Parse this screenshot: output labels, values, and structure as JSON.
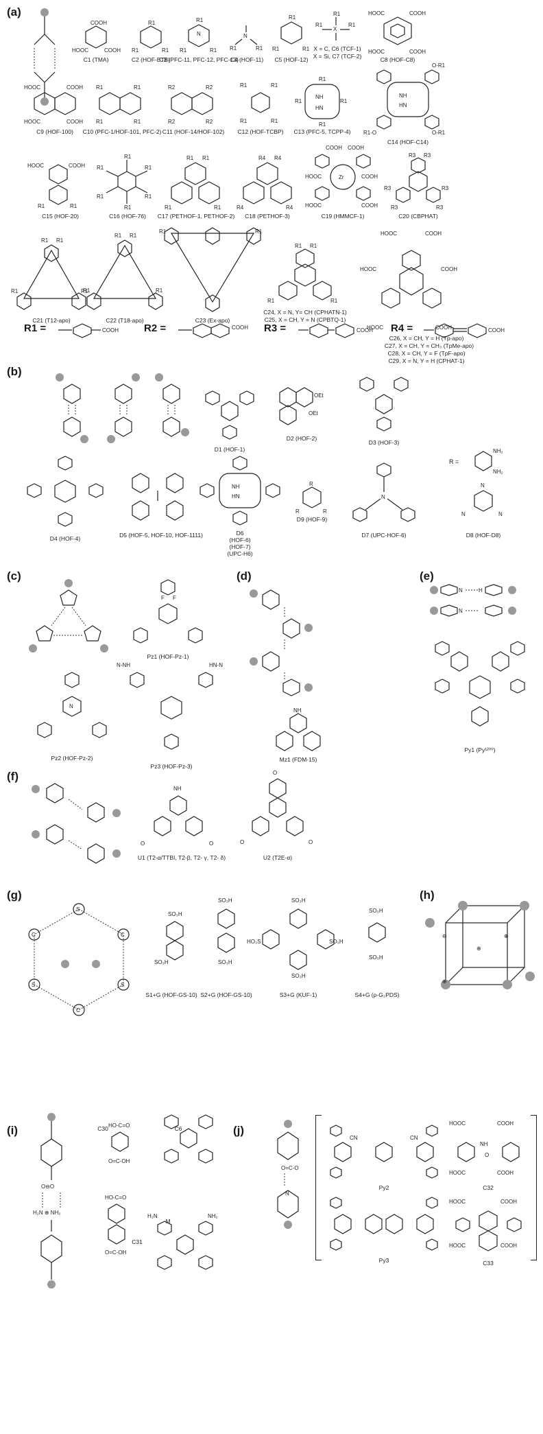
{
  "panels": {
    "a": "(a)",
    "b": "(b)",
    "c": "(c)",
    "d": "(d)",
    "e": "(e)",
    "f": "(f)",
    "g": "(g)",
    "h": "(h)",
    "i": "(i)",
    "j": "(j)"
  },
  "a": {
    "c1": "C1 (TMA)",
    "c2": "C2 (HOF-BTB)",
    "c3": "C3 (PFC-11, PFC-12, PFC-13)",
    "c4": "C4 (HOF-11)",
    "c5": "C5 (HOF-12)",
    "c67a": "X = C, C6 (TCF-1)",
    "c67b": "X = Si, C7 (TCF-2)",
    "c8": "C8 (HOF-C8)",
    "c9": "C9 (HOF-100)",
    "c10": "C10 (PFC-1/HOF-101, PFC-2)",
    "c11": "C11 (HOF-14/HOF-102)",
    "c12": "C12 (HOF-TCBP)",
    "c13": "C13 (PFC-5, TCPP-4)",
    "c14": "C14 (HOF-C14)",
    "c15": "C15 (HOF-20)",
    "c16": "C16 (HOF-76)",
    "c17": "C17 (PETHOF-1, PETHOF-2)",
    "c18": "C18 (PETHOF-3)",
    "c19": "C19 (HMMCF-1)",
    "c20": "C20 (CBPHAT)",
    "c21": "C21 (T12-apo)",
    "c22": "C22 (T18-apo)",
    "c23": "C23 (Ex-apo)",
    "c24": "C24, X = N, Y= CH (CPHATN-1)",
    "c25": "C25, X = CH, Y = N (CPBTQ-1)",
    "c26": "C26, X = CH, Y = H (Tp-apo)",
    "c27": "C27, X = CH, Y = CH₃ (TpMe-apo)",
    "c28": "C28, X = CH, Y = F (TpF-apo)",
    "c29": "C29, X = N, Y = H (CPHAT-1)",
    "r1": "R1 =",
    "r2": "R2 =",
    "r3": "R3 =",
    "r4": "R4 ="
  },
  "b": {
    "d1": "D1 (HOF-1)",
    "d2": "D2 (HOF-2)",
    "d3": "D3 (HOF-3)",
    "d4": "D4 (HOF-4)",
    "d5": "D5 (HOF-5, HOF-10, HOF-1111)",
    "d6a": "D6",
    "d6b": "(HOF-6)",
    "d6c": "(HOF-7)",
    "d6d": "(UPC-H6)",
    "d9": "D9 (HOF-9)",
    "d7": "D7 (UPC-HOF-6)",
    "d8": "D8 (HOF-D8)",
    "rdef": "R ="
  },
  "c": {
    "pz1": "Pz1 (HOF-Pz-1)",
    "pz2": "Pz2 (HOF-Pz-2)",
    "pz3": "Pz3 (HOF-Pz-3)"
  },
  "d": {
    "mz1": "Mz1 (FDM-15)"
  },
  "e": {
    "py1": "Py1 (Py¹²⁰⁰)"
  },
  "f": {
    "u1": "U1 (T2-α/TTBI, T2-β, T2- γ, T2- δ)",
    "u2": "U2 (T2E-α)"
  },
  "g": {
    "s1": "S1+G (HOF-GS-10)",
    "s2": "S2+G (HOF-GS-10)",
    "s3": "S3+G (KUF-1)",
    "s4": "S4+G (ρ-G₂PDS)"
  },
  "i": {
    "c30": "C30",
    "c6": "C6",
    "c31": "C31",
    "m": "M"
  },
  "j": {
    "py2": "Py2",
    "py3": "Py3",
    "c32": "C32",
    "c33": "C33"
  }
}
